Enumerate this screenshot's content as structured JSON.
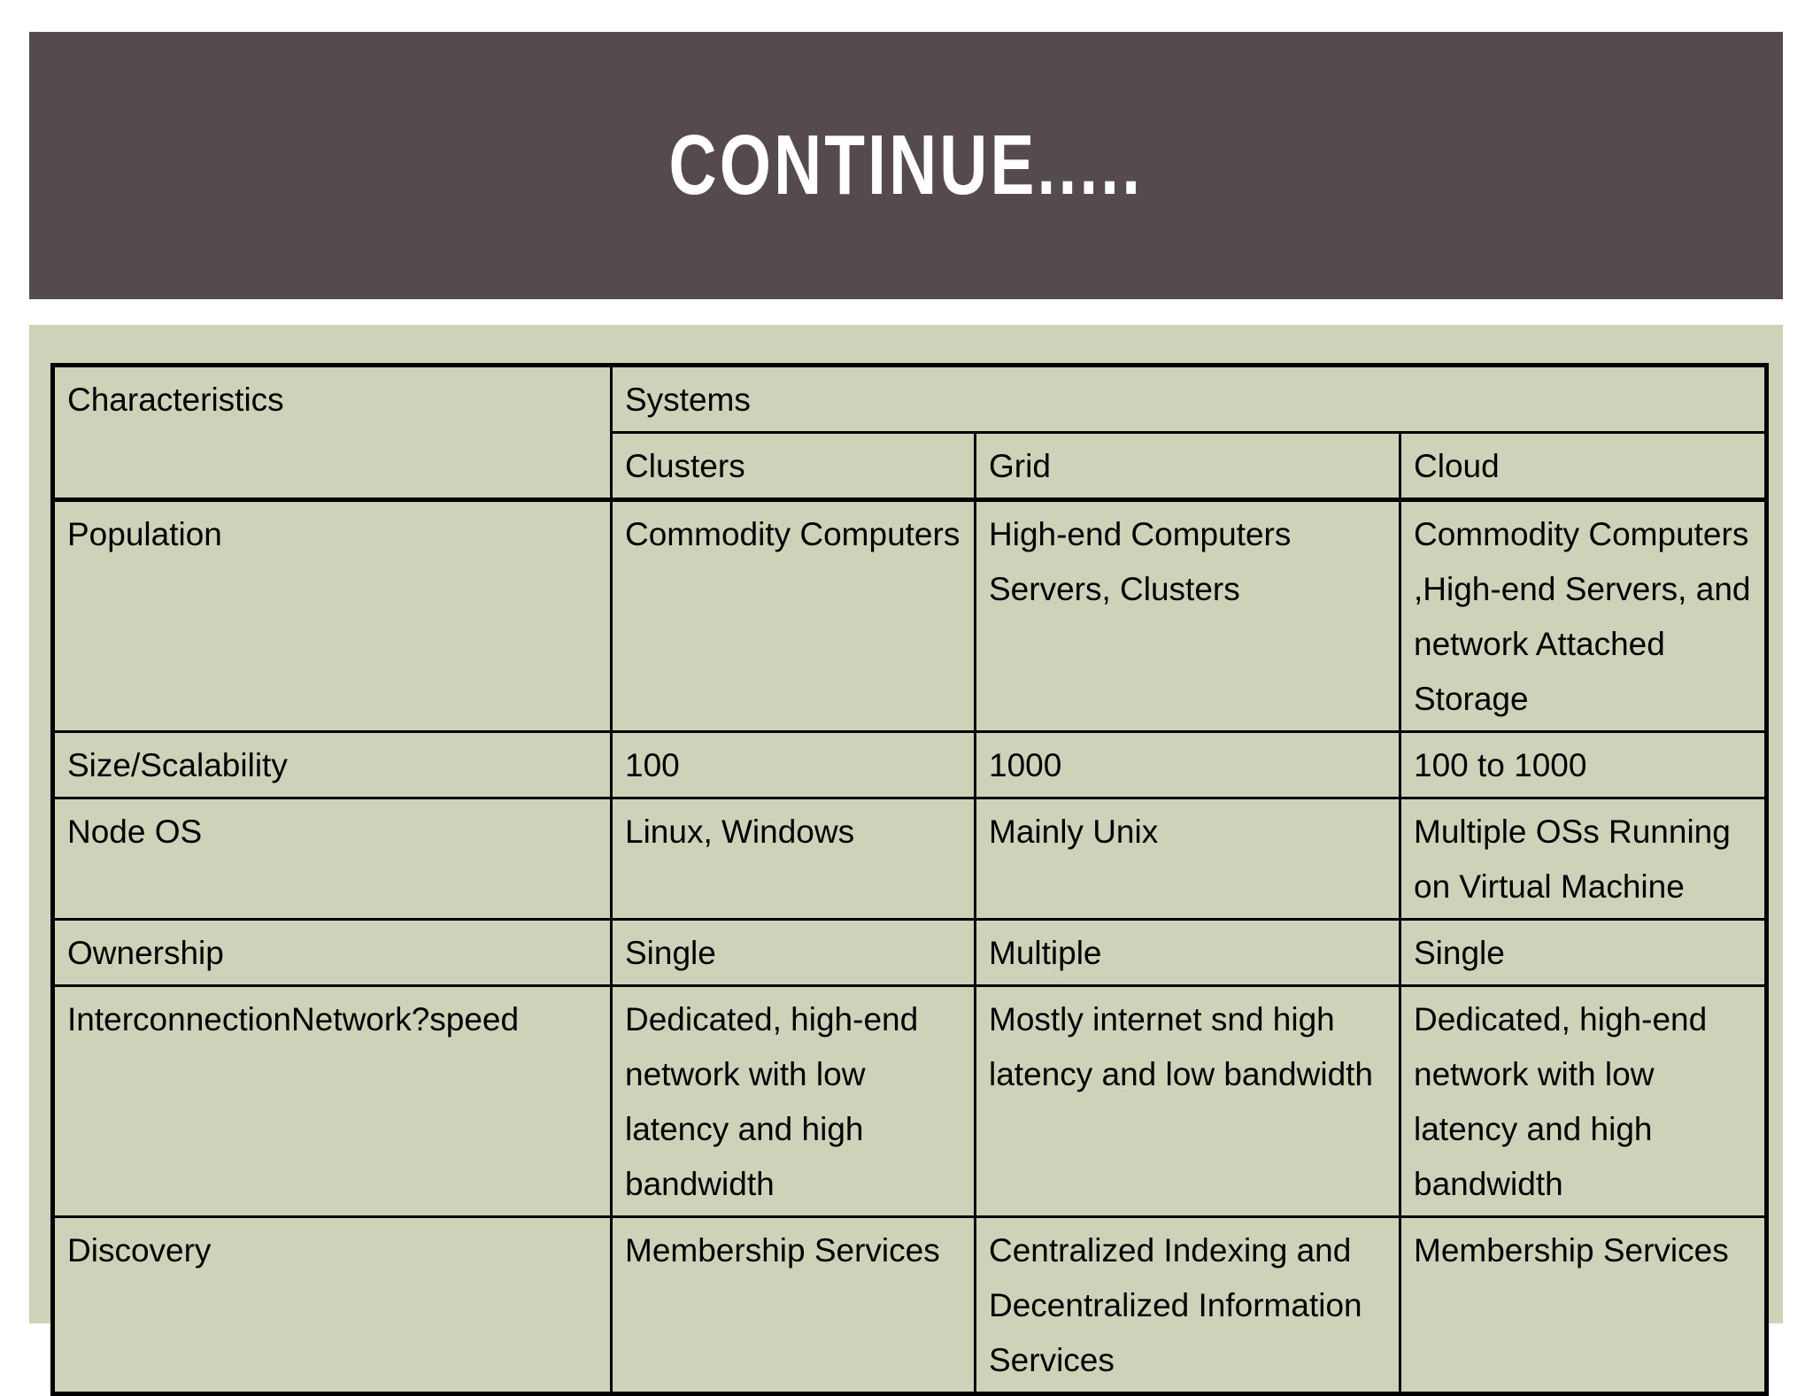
{
  "slide": {
    "title": "CONTINUE.....",
    "colors": {
      "band_background": "#564b4c",
      "title_text": "#ffffff",
      "panel_background": "#cfd2b8",
      "table_border": "#000000",
      "table_text": "#000000",
      "page_background": "#ffffff"
    }
  },
  "table": {
    "header": {
      "characteristics": "Characteristics",
      "systems": "Systems",
      "columns": [
        "Clusters",
        "Grid",
        "Cloud"
      ]
    },
    "rows": [
      {
        "label": "Population",
        "clusters": "Commodity Computers",
        "grid": "High-end Computers Servers, Clusters",
        "cloud": "Commodity Computers ,High-end Servers, and network Attached Storage"
      },
      {
        "label": "Size/Scalability",
        "clusters": "100",
        "grid": "1000",
        "cloud": "100 to 1000"
      },
      {
        "label": "Node OS",
        "clusters": "Linux, Windows",
        "grid": "Mainly Unix",
        "cloud": "Multiple OSs Running on Virtual Machine"
      },
      {
        "label": "Ownership",
        "clusters": "Single",
        "grid": "Multiple",
        "cloud": "Single"
      },
      {
        "label": "InterconnectionNetwork?speed",
        "clusters": "Dedicated, high-end network with low latency and high bandwidth",
        "grid": "Mostly internet snd high latency and low bandwidth",
        "cloud": "Dedicated, high-end network with low latency and high bandwidth"
      },
      {
        "label": "Discovery",
        "clusters": "Membership Services",
        "grid": "Centralized Indexing and Decentralized Information Services",
        "cloud": "Membership Services"
      }
    ]
  }
}
